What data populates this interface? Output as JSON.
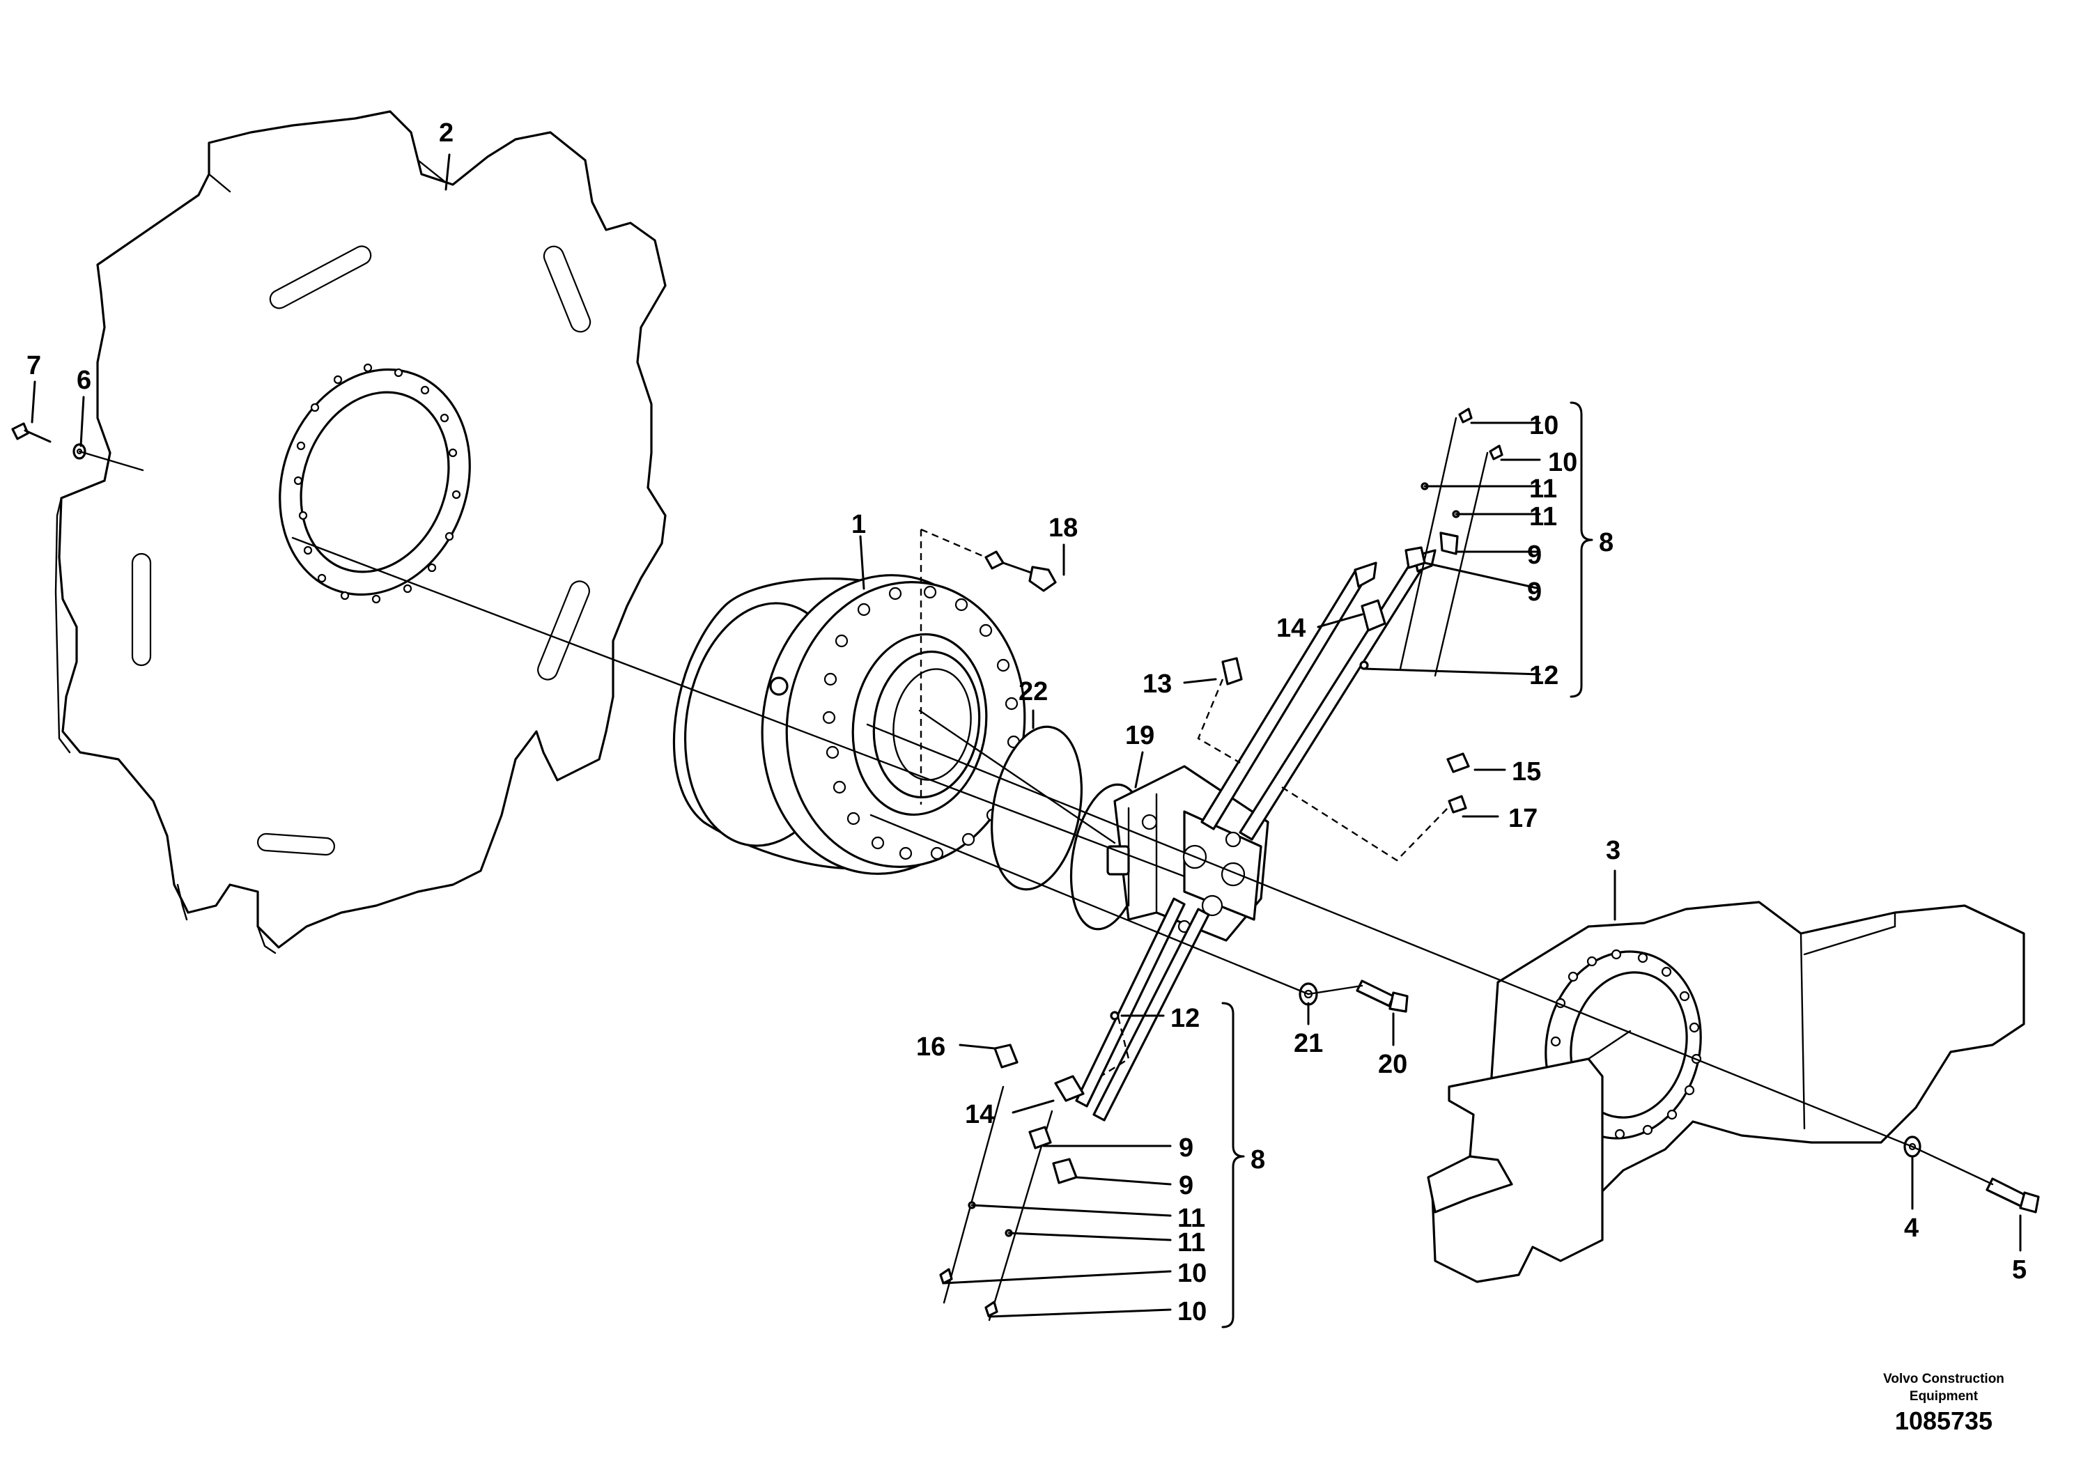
{
  "diagram": {
    "callouts": {
      "c1": "1",
      "c2": "2",
      "c3": "3",
      "c4": "4",
      "c5": "5",
      "c6": "6",
      "c7": "7",
      "c8_top": "8",
      "c8_bottom": "8",
      "c9_top_a": "9",
      "c9_top_b": "9",
      "c9_bot_a": "9",
      "c9_bot_b": "9",
      "c10_top_a": "10",
      "c10_top_b": "10",
      "c10_bot_a": "10",
      "c10_bot_b": "10",
      "c11_top_a": "11",
      "c11_top_b": "11",
      "c11_bot_a": "11",
      "c11_bot_b": "11",
      "c12_top": "12",
      "c12_bot": "12",
      "c13": "13",
      "c14_top": "14",
      "c14_bot": "14",
      "c15": "15",
      "c16": "16",
      "c17": "17",
      "c18": "18",
      "c19": "19",
      "c20": "20",
      "c21": "21",
      "c22": "22"
    }
  },
  "footer": {
    "credit_line1": "Volvo Construction",
    "credit_line2": "Equipment",
    "document_number": "1085735"
  }
}
